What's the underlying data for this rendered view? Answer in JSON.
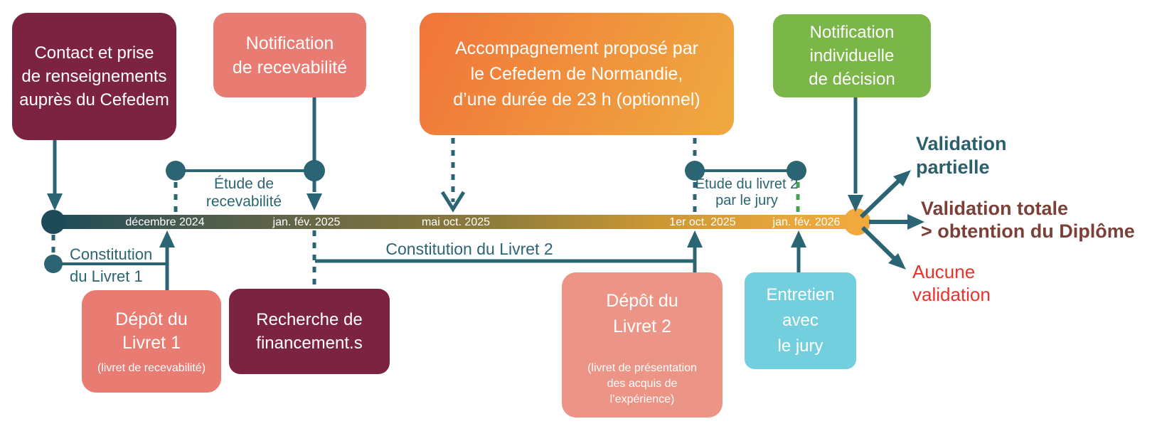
{
  "boxes": {
    "contact": {
      "label": "Contact et prise\nde renseignements\nauprès du Cefedem"
    },
    "notification_recevabilite": {
      "label": "Notification\nde recevabilité"
    },
    "accompagnement": {
      "label": "Accompagnement proposé par\nle Cefedem de Normandie,\nd’une durée de 23 h (optionnel)"
    },
    "notification_decision": {
      "label": "Notification\nindividuelle\nde décision"
    },
    "depot_livret1": {
      "title": "Dépôt du\nLivret 1",
      "subtitle": "(livret de recevabilité)"
    },
    "recherche_financements": {
      "label": "Recherche de\nfinancement.s"
    },
    "depot_livret2": {
      "title": "Dépôt du\nLivret 2",
      "subtitle": "(livret de présentation\ndes acquis de\nl’expérience)"
    },
    "entretien_jury": {
      "label": "Entretien\navec\nle jury"
    }
  },
  "timeline": {
    "dates": [
      {
        "label": "décembre 2024"
      },
      {
        "label": "jan. fév. 2025"
      },
      {
        "label": "mai oct. 2025"
      },
      {
        "label": "1er oct. 2025"
      },
      {
        "label": "jan. fév. 2026"
      }
    ]
  },
  "annotations": {
    "etude_recevabilite": "Étude de\nrecevabilité",
    "etude_livret2": "Étude du livret 2\npar le jury",
    "constitution_livret1": "Constitution\ndu Livret 1",
    "constitution_livret2": "Constitution du Livret 2"
  },
  "outcomes": {
    "partielle": {
      "label": "Validation\npartielle",
      "color": "#2b5f6b"
    },
    "totale": {
      "label": "Validation totale\n> obtention du Diplôme",
      "color": "#7b4038"
    },
    "aucune": {
      "label": "Aucune\nvalidation",
      "color": "#e8332b"
    }
  },
  "colors": {
    "maroon": "#7d2342",
    "salmon": "#e87c72",
    "salmon_light": "#ec9486",
    "orange_start": "#f1743a",
    "orange_end": "#efaa41",
    "green_box": "#7ab648",
    "cyan_box": "#73cedd",
    "teal": "#2b6472",
    "dark_teal": "#1e4b58",
    "timeline_end_orange": "#f1a83d",
    "green_dash": "#46a24e",
    "red": "#e8332b"
  }
}
